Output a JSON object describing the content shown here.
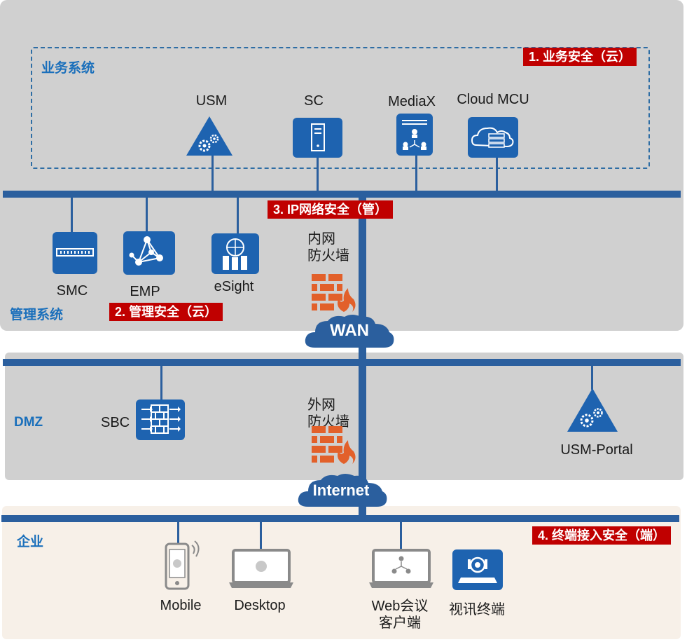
{
  "zones": {
    "business": "业务系统",
    "management": "管理系统",
    "dmz": "DMZ",
    "enterprise": "企业"
  },
  "banners": {
    "b1": "1. 业务安全（云）",
    "b2": "2. 管理安全（云）",
    "b3": "3. IP网络安全（管）",
    "b4": "4. 终端接入安全（端）"
  },
  "nodes": {
    "usm": "USM",
    "sc": "SC",
    "mediax": "MediaX",
    "cloud_mcu": "Cloud MCU",
    "smc": "SMC",
    "emp": "EMP",
    "esight": "eSight",
    "inner_fw_line1": "内网",
    "inner_fw_line2": "防火墙",
    "wan": "WAN",
    "sbc": "SBC",
    "outer_fw_line1": "外网",
    "outer_fw_line2": "防火墙",
    "usm_portal": "USM-Portal",
    "internet": "Internet",
    "mobile": "Mobile",
    "desktop": "Desktop",
    "web_client_line1": "Web会议",
    "web_client_line2": "客户端",
    "video_terminal": "视讯终端"
  },
  "colors": {
    "bus": "#2b5f9e",
    "icon": "#1e63b0",
    "banner": "#c00000",
    "zone_title": "#1a6fbb",
    "firewall": "#e2602a"
  }
}
